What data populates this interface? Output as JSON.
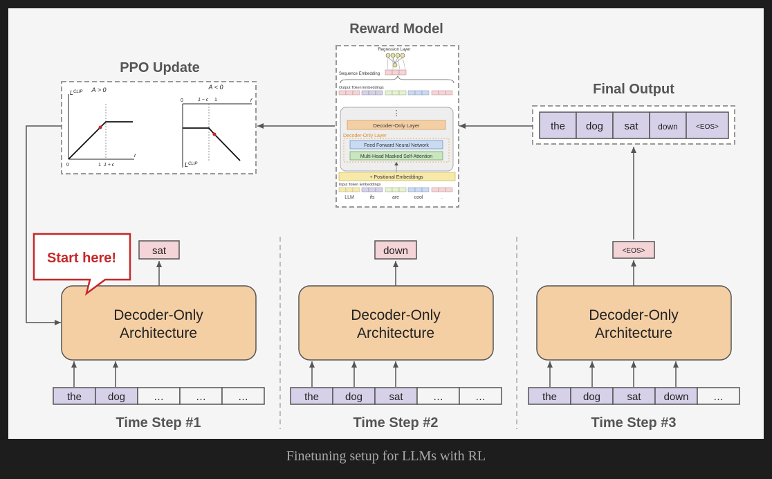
{
  "caption": "Finetuning setup for LLMs with RL",
  "colors": {
    "architecture_fill": "#f5cfa4",
    "input_token_fill": "#d6d0e8",
    "output_token_fill": "#f4d4d7",
    "start_here": "#c62828"
  },
  "reward_model": {
    "title": "Reward Model",
    "regression_layer": "Regression Layer",
    "sequence_embedding": "Sequence Embedding",
    "output_token_embeddings": "Output Token Embeddings",
    "ellipsis": "⋮",
    "decoder_layer": "Decoder-Only Layer",
    "decoder_layer_caption": "Decoder-Only Layer",
    "ffn": "Feed Forward Neural Network",
    "attention": "Multi-Head Masked Self-Attention",
    "positional": "+ Positional Embeddings",
    "input_token_embeddings": "Input Token Embeddings",
    "input_tokens": [
      "LLM",
      "ifs",
      "are",
      "cool",
      "."
    ]
  },
  "ppo": {
    "title": "PPO Update",
    "left_plot": {
      "condition": "A > 0",
      "ylabel": "L",
      "ylabel_sup": "CLIP",
      "origin": "0",
      "tick_one": "1",
      "tick_clip": "1 + ϵ",
      "xlabel": "r"
    },
    "right_plot": {
      "condition": "A < 0",
      "ylabel": "L",
      "ylabel_sup": "CLIP",
      "origin": "0",
      "tick_one": "1",
      "tick_clip": "1 − ϵ",
      "xlabel": "r"
    }
  },
  "final_output": {
    "title": "Final Output",
    "tokens": [
      "the",
      "dog",
      "sat",
      "down",
      "<EOS>"
    ]
  },
  "start_here": "Start here!",
  "architecture_label_line1": "Decoder-Only",
  "architecture_label_line2": "Architecture",
  "steps": [
    {
      "label": "Time Step #1",
      "output": "sat",
      "inputs": [
        "the",
        "dog",
        "…",
        "…",
        "…"
      ],
      "filled": 2
    },
    {
      "label": "Time Step #2",
      "output": "down",
      "inputs": [
        "the",
        "dog",
        "sat",
        "…",
        "…"
      ],
      "filled": 3
    },
    {
      "label": "Time Step #3",
      "output": "<EOS>",
      "inputs": [
        "the",
        "dog",
        "sat",
        "down",
        "…"
      ],
      "filled": 4
    }
  ]
}
